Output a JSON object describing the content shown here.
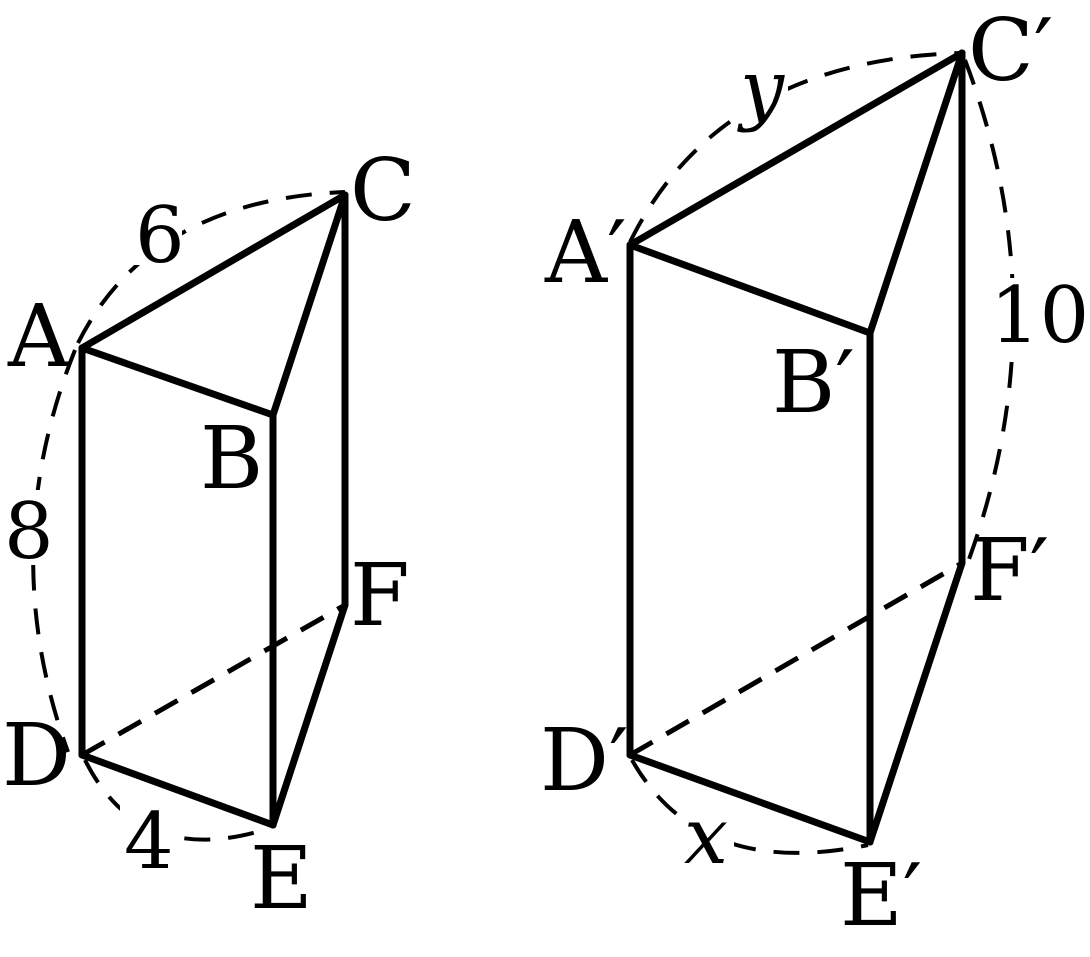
{
  "figure": {
    "prism_small": {
      "vertices": {
        "A": "A",
        "B": "B",
        "C": "C",
        "D": "D",
        "E": "E",
        "F": "F"
      },
      "dimensions": {
        "AC": "6",
        "AD": "8",
        "DE": "4"
      }
    },
    "prism_large": {
      "vertices": {
        "A": "A′",
        "B": "B′",
        "C": "C′",
        "D": "D′",
        "E": "E′",
        "F": "F′"
      },
      "dimensions": {
        "AC": "y",
        "CF": "10",
        "DE": "x"
      }
    }
  }
}
